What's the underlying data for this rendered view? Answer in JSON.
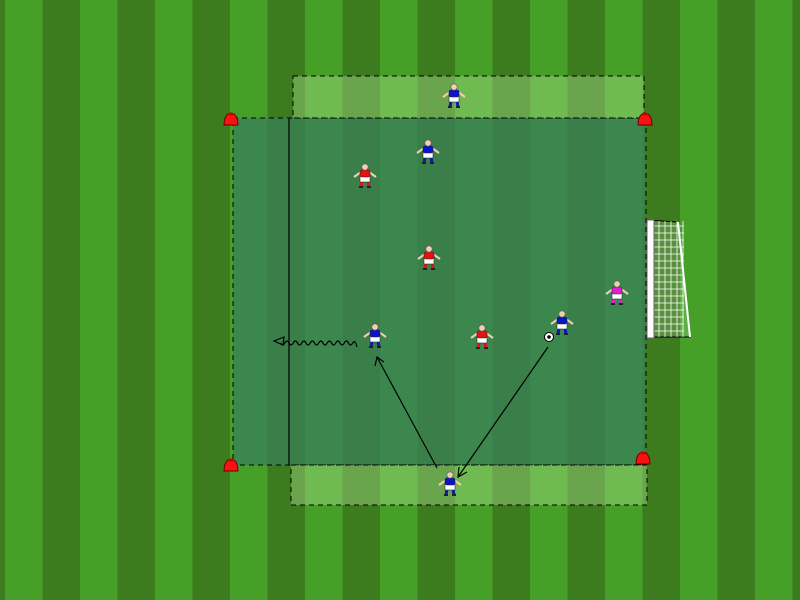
{
  "colors": {
    "grass_light": "#46a028",
    "grass_dark": "#3c7c1e",
    "area_overlay": "#3a7f5a",
    "zone_overlay": "#8fd07a",
    "team_a_shirt": "#0a14c8",
    "team_b_shirt": "#e81010",
    "goalkeeper_shirt": "#e020d0",
    "cone": "#ff1010"
  },
  "players": [
    {
      "team": "blue",
      "role": "outfield"
    },
    {
      "team": "blue",
      "role": "outfield"
    },
    {
      "team": "blue",
      "role": "outfield"
    },
    {
      "team": "blue",
      "role": "outfield"
    },
    {
      "team": "blue",
      "role": "outfield"
    },
    {
      "team": "red",
      "role": "outfield"
    },
    {
      "team": "red",
      "role": "outfield"
    },
    {
      "team": "red",
      "role": "outfield"
    },
    {
      "team": "pink",
      "role": "goalkeeper"
    }
  ],
  "icons": [
    "cone-icon",
    "ball-icon",
    "goal-icon",
    "player-icon",
    "pass-arrow",
    "dribble-arrow"
  ]
}
